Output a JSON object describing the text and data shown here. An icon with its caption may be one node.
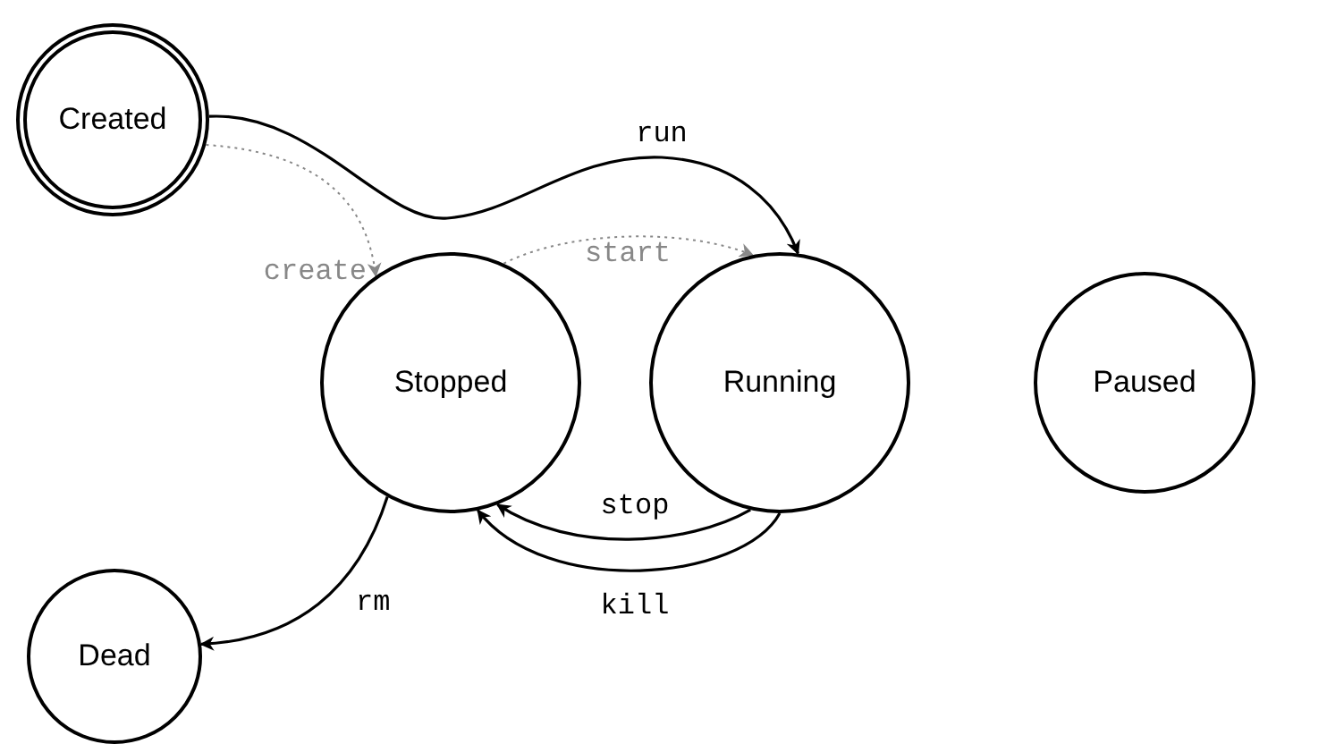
{
  "diagram": {
    "nodes": [
      {
        "text": [
          "Created"
        ]
      },
      {
        "text": [
          "Stopped"
        ]
      },
      {
        "text": [
          "Running"
        ]
      },
      {
        "text": [
          "Paused"
        ]
      },
      {
        "text": [
          "Dead"
        ]
      }
    ],
    "edges": [
      {
        "from": 0,
        "to": 2,
        "arrow": "to",
        "label": "run"
      },
      {
        "from": 0,
        "to": 1,
        "arrow": "to",
        "label": "create",
        "style": "dashed",
        "color": "#888888"
      },
      {
        "from": 1,
        "to": 2,
        "arrow": "to",
        "label": "start",
        "style": "dashed",
        "color": "#888888"
      },
      {
        "from": 2,
        "to": 1,
        "arrow": "to",
        "label": "stop"
      },
      {
        "from": 2,
        "to": 1,
        "arrow": "to",
        "label": "kill"
      },
      {
        "from": 1,
        "to": 4,
        "arrow": "to",
        "label": "rm"
      }
    ]
  }
}
